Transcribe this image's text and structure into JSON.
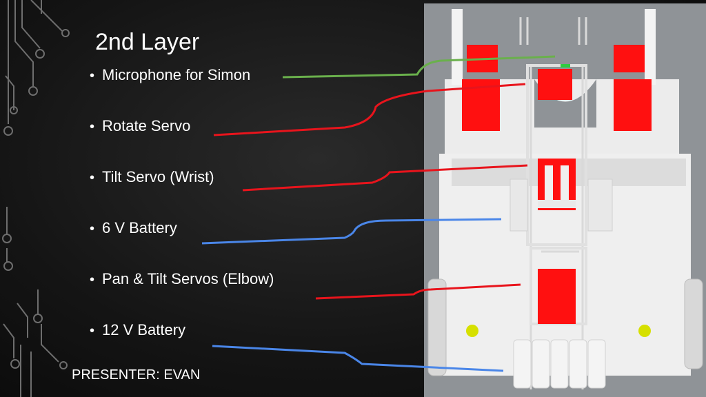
{
  "slide": {
    "title": "2nd Layer",
    "presenter": "PRESENTER: EVAN",
    "bullets": [
      {
        "label": "Microphone for Simon",
        "line_color": "#6ab04c"
      },
      {
        "label": "Rotate Servo",
        "line_color": "#e8141c"
      },
      {
        "label": "Tilt Servo (Wrist)",
        "line_color": "#e8141c"
      },
      {
        "label": "6 V Battery",
        "line_color": "#4a86e8"
      },
      {
        "label": "Pan & Tilt Servos (Elbow)",
        "line_color": "#e8141c"
      },
      {
        "label": "12 V Battery",
        "line_color": "#4a86e8"
      }
    ]
  },
  "colors": {
    "servo_red": "#ff1010",
    "frame_white": "#ededed",
    "render_bg": "#8f9397",
    "callout_green": "#6ab04c",
    "callout_red": "#e8141c",
    "callout_blue": "#4a86e8"
  },
  "icons": {
    "bullet": "bullet-dot",
    "decoration": "circuit-trace-decoration"
  }
}
